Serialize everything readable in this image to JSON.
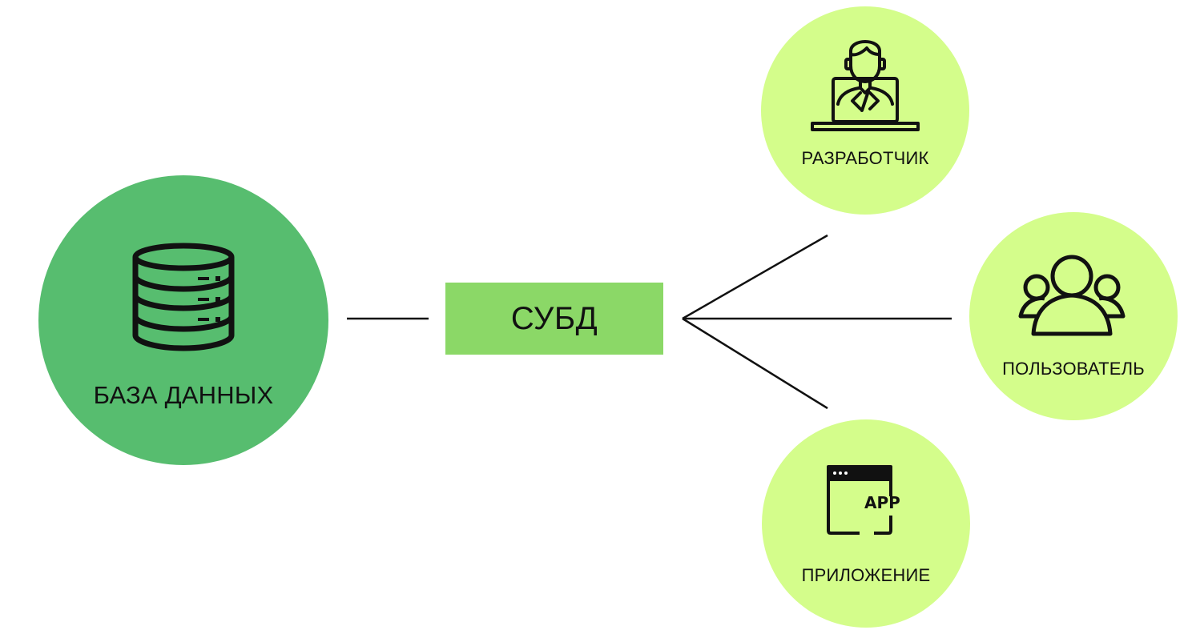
{
  "colors": {
    "database_fill": "#57bd6f",
    "dbms_fill": "#8bd867",
    "actor_fill": "#d4fd8b",
    "line": "#111111"
  },
  "database": {
    "label": "БАЗА ДАННЫХ",
    "icon": "database-icon"
  },
  "dbms": {
    "label": "СУБД"
  },
  "actors": {
    "developer": {
      "label": "РАЗРАБОТЧИК",
      "icon": "developer-laptop-icon"
    },
    "user": {
      "label": "ПОЛЬЗОВАТЕЛЬ",
      "icon": "users-group-icon"
    },
    "app": {
      "label": "ПРИЛОЖЕНИЕ",
      "icon": "app-window-icon",
      "icon_text": "APP"
    }
  }
}
